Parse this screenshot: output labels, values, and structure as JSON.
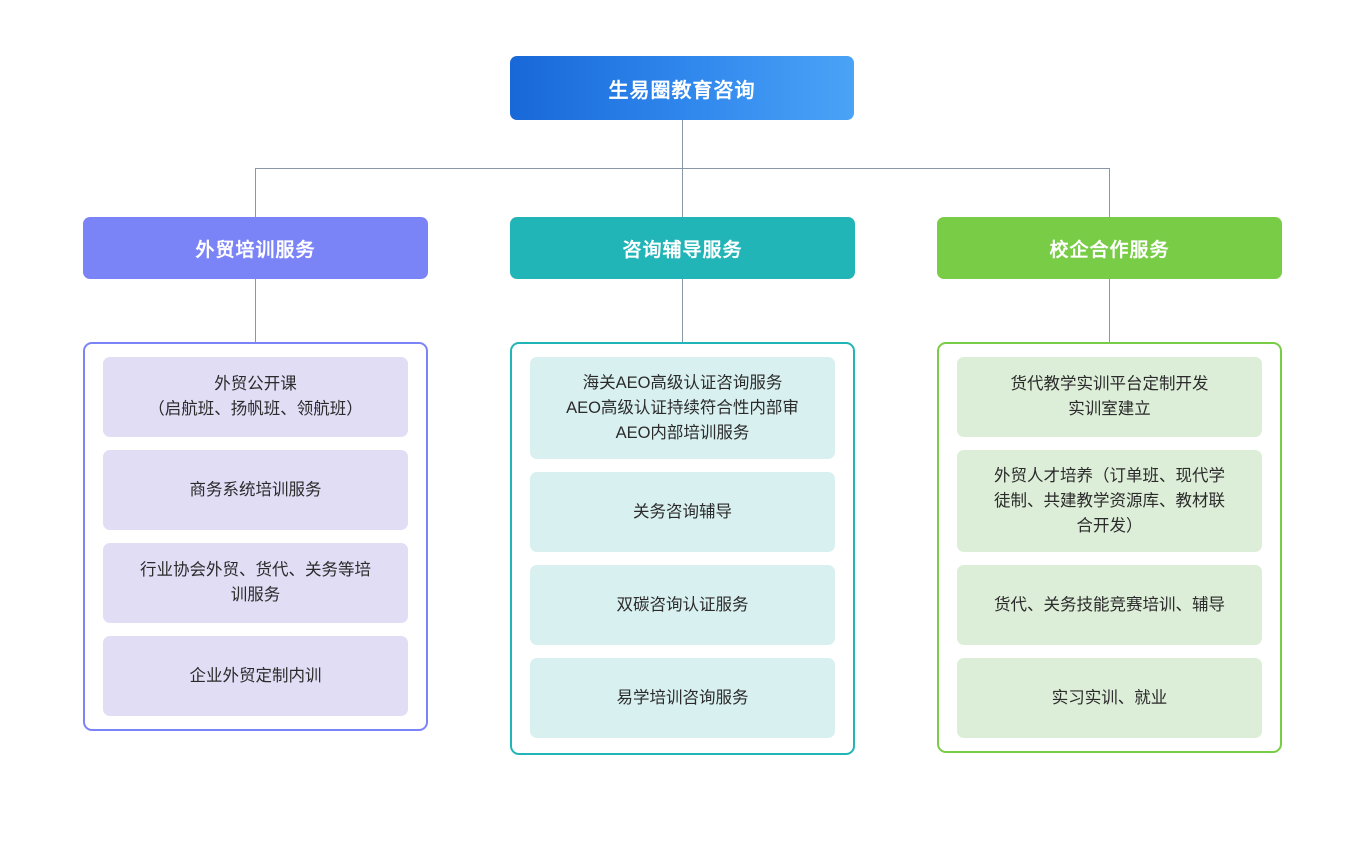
{
  "root": {
    "label": "生易圈教育咨询",
    "gradient_from": "#1868d8",
    "gradient_to": "#4ba3f7"
  },
  "connector_color": "#8a95a5",
  "columns": [
    {
      "header": "外贸培训服务",
      "accent": "#7b84f7",
      "card_bg": "#e0ddf5",
      "items": [
        {
          "lines": [
            "外贸公开课",
            "（启航班、扬帆班、领航班）"
          ]
        },
        {
          "lines": [
            "商务系统培训服务"
          ]
        },
        {
          "lines": [
            "行业协会外贸、货代、关务等培",
            "训服务"
          ]
        },
        {
          "lines": [
            "企业外贸定制内训"
          ]
        }
      ]
    },
    {
      "header": "咨询辅导服务",
      "accent": "#22b5b8",
      "card_bg": "#d9f0f0",
      "items": [
        {
          "lines": [
            "海关AEO高级认证咨询服务",
            "AEO高级认证持续符合性内部审",
            "AEO内部培训服务"
          ]
        },
        {
          "lines": [
            "关务咨询辅导"
          ]
        },
        {
          "lines": [
            "双碳咨询认证服务"
          ]
        },
        {
          "lines": [
            "易学培训咨询服务"
          ]
        }
      ]
    },
    {
      "header": "校企合作服务",
      "accent": "#79cd46",
      "card_bg": "#dcedd8",
      "items": [
        {
          "lines": [
            "货代教学实训平台定制开发",
            "实训室建立"
          ]
        },
        {
          "lines": [
            "外贸人才培养（订单班、现代学",
            "徒制、共建教学资源库、教材联",
            "合开发）"
          ]
        },
        {
          "lines": [
            "货代、关务技能竞赛培训、辅导"
          ]
        },
        {
          "lines": [
            "实习实训、就业"
          ]
        }
      ]
    }
  ]
}
